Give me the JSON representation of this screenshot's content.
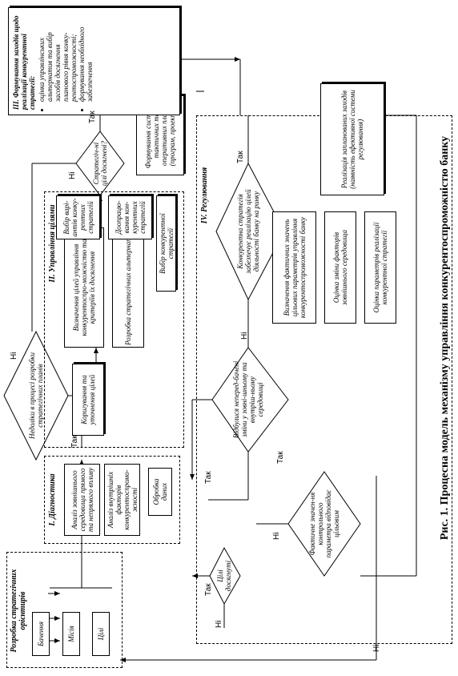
{
  "sections": {
    "strategic": "Розробка стратегічних орієнтирів",
    "diagnostics": "I. Діагностика",
    "goals": "II. Управління цілями",
    "measures": "III. Формування заходів щодо реалізації конкурентної стратегії:",
    "regulation": "IV. Регулювання"
  },
  "boxes": {
    "vision": "Бачення",
    "mission": "Місія",
    "goals_box": "Цілі",
    "env_analysis": "Аналіз зовнішнього середовища прямого та непрямого впливу",
    "internal_analysis": "Аналіз внутрішніх факторів конкурентоспромо-жності",
    "data_processing": "Обробка даних",
    "goal_correction": "Коригування та уточнення цілей",
    "define_goals": "Визначення цілей управління конкурентоспро-можністю та критеріїв їх досягнення",
    "alternatives": "Розробка стратегічних альтернатив",
    "choose_variants": "Вибір варі-антів конку-рентних стратегій",
    "refine_strategies": "Доопрацю-вання кон-курентних стратегій",
    "choose_strategy": "Вибір конкурентної стратегії",
    "tactical_plans": "Формування системи тактичних та оперативних планів (програм, проектів)",
    "actual_values": "Визначення фактичних значень цільових параметрів управління конкурентоспроможності банку",
    "env_factors": "Оцінка зміни факторів зовнішнього середовища",
    "implementation_params": "Оцінка параметрів реалізації конкурентної стратегії",
    "planned_measures": "Реалізація запланованих заходів (наявність ефективної системи регулювання)"
  },
  "measures_list": [
    "оцінка управлінських альтернатив та вибір засобів досягнення планового рівня конку-рентоспроможності;",
    "формування необхідного забезпечення"
  ],
  "diamonds": {
    "flaws": "Недоліки в процесі розробки стратегічних планів",
    "goals_achieved": "Стратегіч-ні цілі досягнені?",
    "changes": "Відбулися неперед-бачені зміни у зовні-шньому та внутріш-ньому середовищі",
    "strategy_risk": "Конкурентна стратегія забезпечує реалізацію цілей діяльності банку на ринку",
    "actual_match": "Фактичне значен-ня контрольного параметра відповідає цільовим",
    "targets_reached": "Цілі досягнуті"
  },
  "labels": {
    "yes": "Так",
    "no": "Ні"
  },
  "caption": "Рис. 1. Процесна модель механізму управління конкурентоспроможністю банку"
}
